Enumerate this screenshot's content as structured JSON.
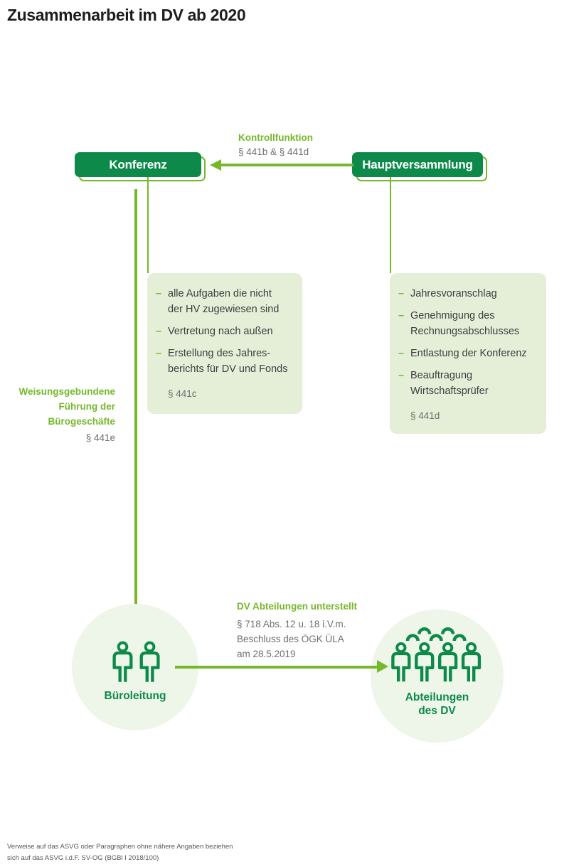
{
  "title": "Zusammenarbeit im DV ab 2020",
  "top": {
    "konferenz_label": "Konferenz",
    "hauptversammlung_label": "Hauptversammlung",
    "kontrollfunktion": {
      "label": "Kontrollfunktion",
      "ref": "§ 441b & § 441d"
    }
  },
  "panels": {
    "konferenz": {
      "rows": [
        {
          "dash": "–",
          "text": "alle Aufgaben die nicht"
        },
        {
          "dash": "",
          "text": "der HV zugewiesen sind"
        },
        {
          "dash": "–",
          "text": "Vertretung nach außen"
        },
        {
          "dash": "–",
          "text": "Erstellung des Jahres-"
        },
        {
          "dash": "",
          "text": "berichts für DV und Fonds"
        }
      ],
      "ref": "§ 441c"
    },
    "hauptversammlung": {
      "rows": [
        {
          "dash": "–",
          "text": "Jahresvoranschlag"
        },
        {
          "dash": "–",
          "text": "Genehmigung des"
        },
        {
          "dash": "",
          "text": "Rechnungsabschlusses"
        },
        {
          "dash": "–",
          "text": "Entlastung der Konferenz"
        },
        {
          "dash": "–",
          "text": "Beauftragung"
        },
        {
          "dash": "",
          "text": "Wirtschaftsprüfer"
        }
      ],
      "ref": "§ 441d"
    }
  },
  "weisung": {
    "lines": [
      "Weisungsgebundene",
      "Führung der",
      "Bürogeschäfte"
    ],
    "ref": "§ 441e"
  },
  "bottom": {
    "arrow_label": "DV Abteilungen unterstellt",
    "arrow_refs": [
      "§ 718 Abs. 12 u. 18 i.V.m.",
      "Beschluss des ÖGK ÜLA",
      "am 28.5.2019"
    ],
    "bueroleitung_label": "Büroleitung",
    "abteilungen_line1": "Abteilungen",
    "abteilungen_line2": "des DV"
  },
  "footer": {
    "line1": "Verweise auf das ASVG oder Paragraphen ohne nähere Angaben beziehen",
    "line2": "sich auf das ASVG i.d.F. SV-OG (BGBl I 2018/100)"
  },
  "colors": {
    "dark_green": "#0d8a4a",
    "light_green": "#76b82a",
    "panel_bg": "#e5efd8",
    "circle_bg": "#eef5e9",
    "gray_text": "#6d6e71"
  }
}
